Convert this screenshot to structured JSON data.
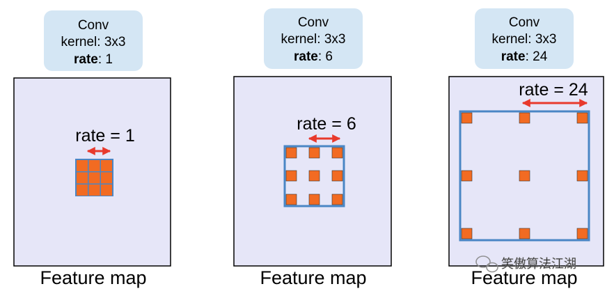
{
  "panels": [
    {
      "conv_title": "Conv",
      "conv_kernel": "kernel: 3x3",
      "rate_key": "rate",
      "rate_value": ": 1",
      "rate_label": "rate = 1",
      "caption": "Feature map"
    },
    {
      "conv_title": "Conv",
      "conv_kernel": "kernel: 3x3",
      "rate_key": "rate",
      "rate_value": ": 6",
      "rate_label": "rate = 6",
      "caption": "Feature map"
    },
    {
      "conv_title": "Conv",
      "conv_kernel": "kernel: 3x3",
      "rate_key": "rate",
      "rate_value": ": 24",
      "rate_label": "rate = 24",
      "caption": "Feature map"
    }
  ],
  "watermark": "笑傲算法江湖",
  "colors": {
    "feature_map_fill": "#e6e6f8",
    "bubble_fill": "#d4e6f4",
    "kernel_cell": "#f26b22",
    "kernel_frame": "#4a86c5",
    "arrow": "#e8392c"
  }
}
